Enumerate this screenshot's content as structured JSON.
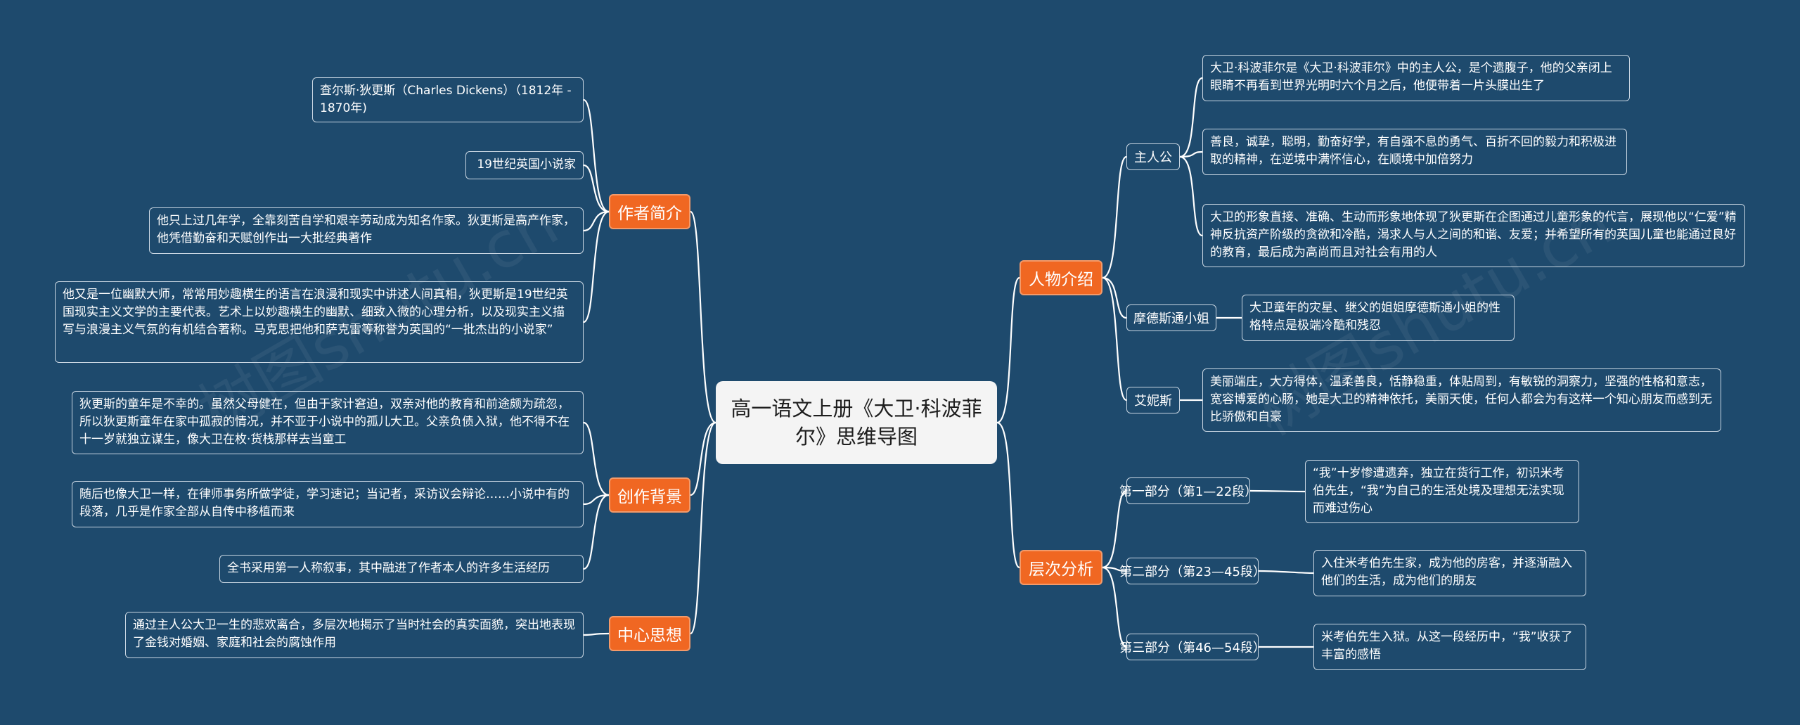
{
  "root": {
    "title": "高一语文上册《大卫·科波菲尔》思维导图"
  },
  "left": {
    "author": {
      "label": "作者简介",
      "items": [
        "查尔斯·狄更斯（Charles Dickens）（1812年 - 1870年)",
        "19世纪英国小说家",
        "他只上过几年学，全靠刻苦自学和艰辛劳动成为知名作家。狄更斯是高产作家，他凭借勤奋和天赋创作出一大批经典著作",
        "他又是一位幽默大师，常常用妙趣横生的语言在浪漫和现实中讲述人间真相，狄更斯是19世纪英国现实主义文学的主要代表。艺术上以妙趣横生的幽默、细致入微的心理分析，以及现实主义描写与浪漫主义气氛的有机结合著称。马克思把他和萨克雷等称誉为英国的“一批杰出的小说家”"
      ]
    },
    "background": {
      "label": "创作背景",
      "items": [
        "狄更斯的童年是不幸的。虽然父母健在，但由于家计窘迫，双亲对他的教育和前途颇为疏忽，所以狄更斯童年在家中孤寂的情况，并不亚于小说中的孤儿大卫。父亲负债入狱，他不得不在十一岁就独立谋生，像大卫在枚·货栈那样去当童工",
        "随后也像大卫一样，在律师事务所做学徒，学习速记；当记者，采访议会辩论……小说中有的段落，几乎是作家全部从自传中移植而来",
        "全书采用第一人称叙事，其中融进了作者本人的许多生活经历"
      ]
    },
    "theme": {
      "label": "中心思想",
      "items": [
        "通过主人公大卫一生的悲欢离合，多层次地揭示了当时社会的真实面貌，突出地表现了金钱对婚姻、家庭和社会的腐蚀作用"
      ]
    }
  },
  "right": {
    "characters": {
      "label": "人物介绍",
      "subs": [
        {
          "label": "主人公",
          "items": [
            "大卫·科波菲尔是《大卫·科波菲尔》中的主人公，是个遗腹子，他的父亲闭上眼睛不再看到世界光明时六个月之后，他便带着一片头膜出生了",
            "善良，诚挚，聪明，勤奋好学，有自强不息的勇气、百折不回的毅力和积极进取的精神，在逆境中满怀信心，在顺境中加倍努力",
            "大卫的形象直接、准确、生动而形象地体现了狄更斯在企图通过儿童形象的代言，展现他以“仁爱”精神反抗资产阶级的贪欲和冷酷，渴求人与人之间的和谐、友爱；并希望所有的英国儿童也能通过良好的教育，最后成为高尚而且对社会有用的人"
          ]
        },
        {
          "label": "摩德斯通小姐",
          "items": [
            "大卫童年的灾星、继父的姐姐摩德斯通小姐的性格特点是极端冷酷和残忍"
          ]
        },
        {
          "label": "艾妮斯",
          "items": [
            "美丽端庄，大方得体，温柔善良，恬静稳重，体贴周到，有敏锐的洞察力，坚强的性格和意志，宽容博爱的心肠，她是大卫的精神依托，美丽天使，任何人都会为有这样一个知心朋友而感到无比骄傲和自豪"
          ]
        }
      ]
    },
    "structure": {
      "label": "层次分析",
      "subs": [
        {
          "label": "第一部分（第1—22段）",
          "items": [
            "“我”十岁惨遭遗弃，独立在货行工作，初识米考伯先生，“我”为自己的生活处境及理想无法实现而难过伤心"
          ]
        },
        {
          "label": "第二部分（第23—45段）",
          "items": [
            "入住米考伯先生家，成为他的房客，并逐渐融入他们的生活，成为他们的朋友"
          ]
        },
        {
          "label": "第三部分（第46—54段）",
          "items": [
            "米考伯先生入狱。从这一段经历中，“我”收获了丰富的感悟"
          ]
        }
      ]
    }
  },
  "colors": {
    "background": "#1e4a6d",
    "branch": "#f06722",
    "line": "#ffffff"
  }
}
